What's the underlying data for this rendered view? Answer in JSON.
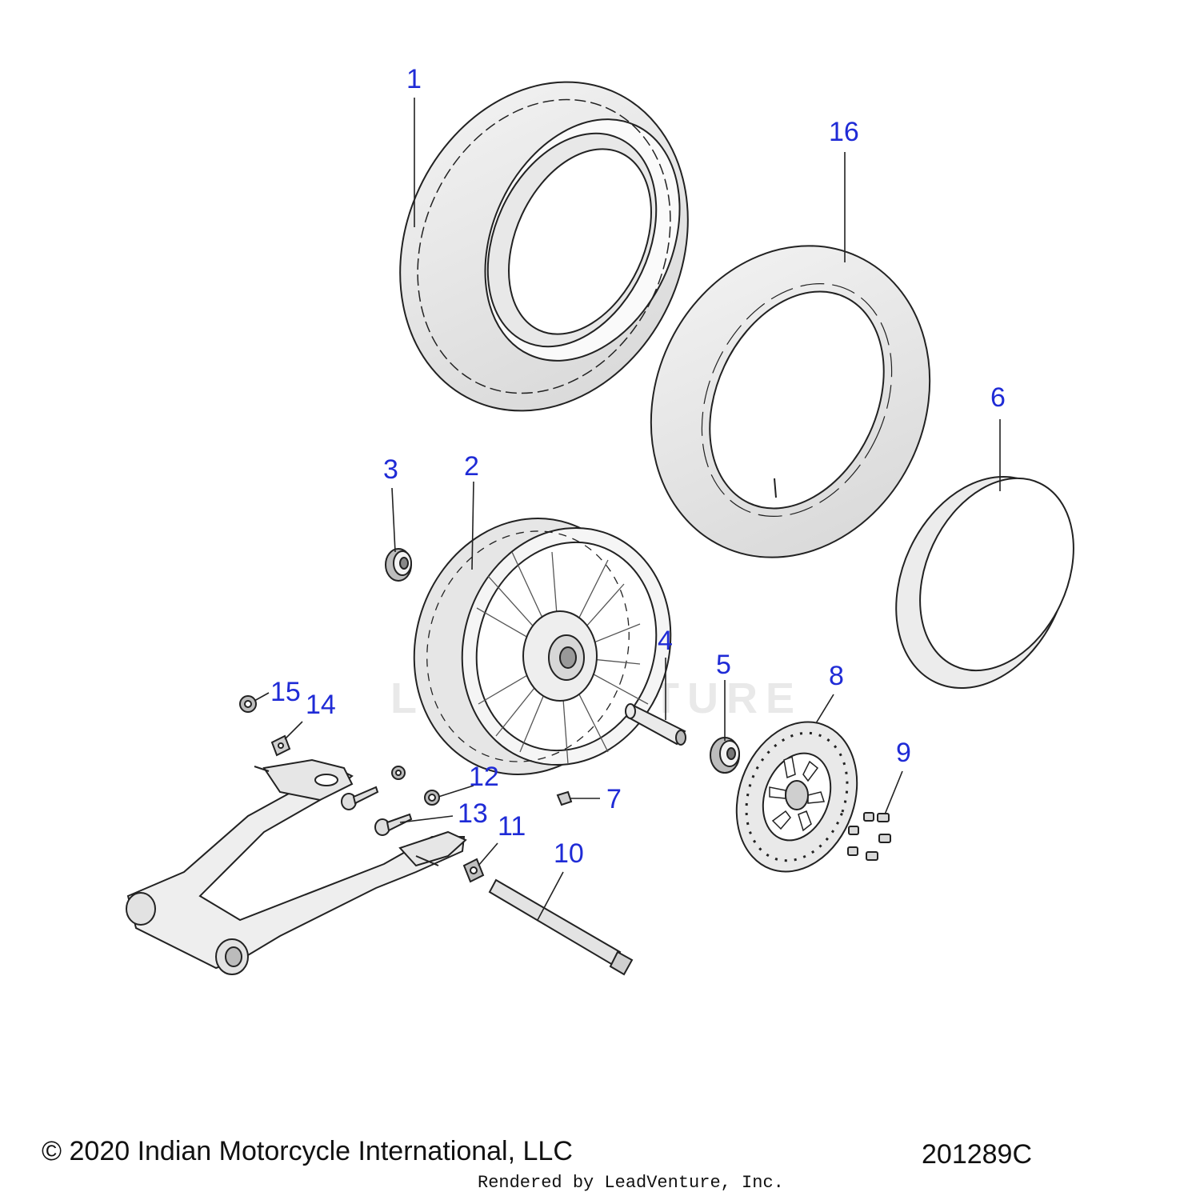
{
  "diagram": {
    "callouts": [
      "1",
      "2",
      "3",
      "4",
      "5",
      "6",
      "7",
      "8",
      "9",
      "10",
      "11",
      "12",
      "13",
      "14",
      "15",
      "16"
    ],
    "copyright": "© 2020 Indian Motorcycle International, LLC",
    "part_code": "201289C",
    "rendered_by": "Rendered by LeadVenture, Inc.",
    "watermark": "LEADVENTURE"
  }
}
